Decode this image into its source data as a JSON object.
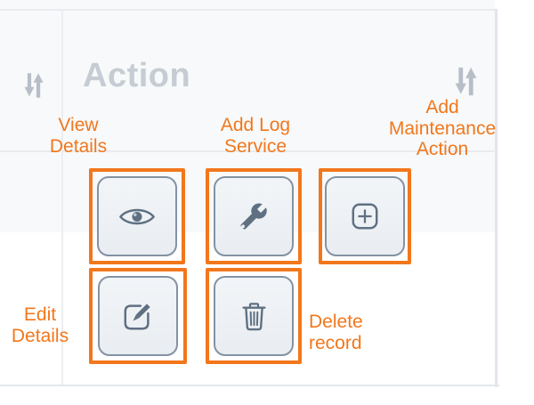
{
  "header": {
    "column_title": "Action",
    "left_sort_icon": "sort-arrows-icon",
    "right_sort_icon": "sort-arrows-icon"
  },
  "annotations": {
    "view_details": "View\nDetails",
    "add_log_service": "Add Log\nService",
    "add_maintenance_action": "Add\nMaintenance\nAction",
    "edit_details": "Edit\nDetails",
    "delete_record": "Delete\nrecord"
  },
  "buttons": {
    "view_details_icon": "eye-icon",
    "add_log_service_icon": "wrench-icon",
    "add_maintenance_action_icon": "plus-square-icon",
    "edit_details_icon": "edit-pencil-icon",
    "delete_record_icon": "trash-icon"
  },
  "colors": {
    "annotation_orange": "#f2771c",
    "button_border": "#8492a4",
    "icon_slate": "#5f7082",
    "header_text_gray": "#c6ccd3",
    "sort_icon_gray": "#b7bec7",
    "table_line": "#e9ebef",
    "row_background": "#f7f9fa",
    "button_fill_top": "#f2f5f8",
    "button_fill_bottom": "#e9edf1"
  }
}
